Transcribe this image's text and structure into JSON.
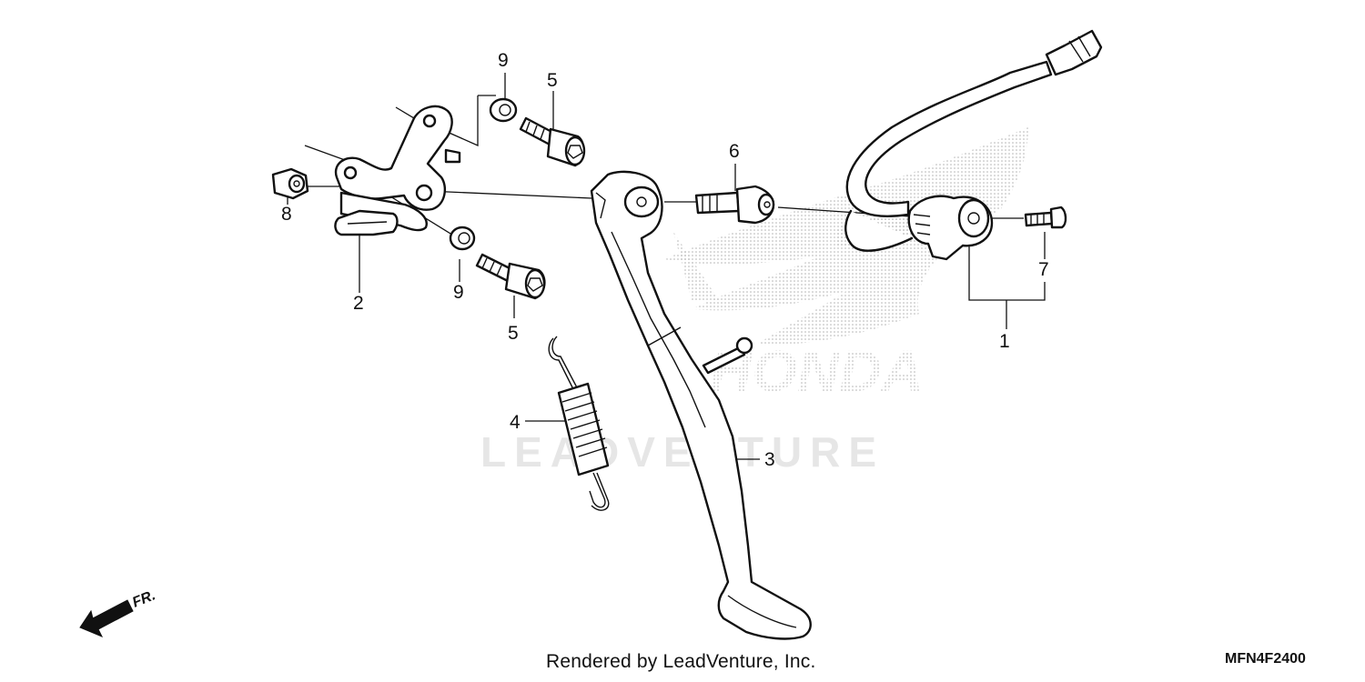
{
  "diagram": {
    "callouts": {
      "c1": "1",
      "c2": "2",
      "c3": "3",
      "c4": "4",
      "c5a": "5",
      "c5b": "5",
      "c6": "6",
      "c7": "7",
      "c8": "8",
      "c9a": "9",
      "c9b": "9"
    },
    "front_marker": "FR.",
    "watermark": "LEADVENTURE",
    "brand_watermark": "HONDA"
  },
  "footer": {
    "credit": "Rendered by LeadVenture, Inc.",
    "code": "MFN4F2400"
  }
}
